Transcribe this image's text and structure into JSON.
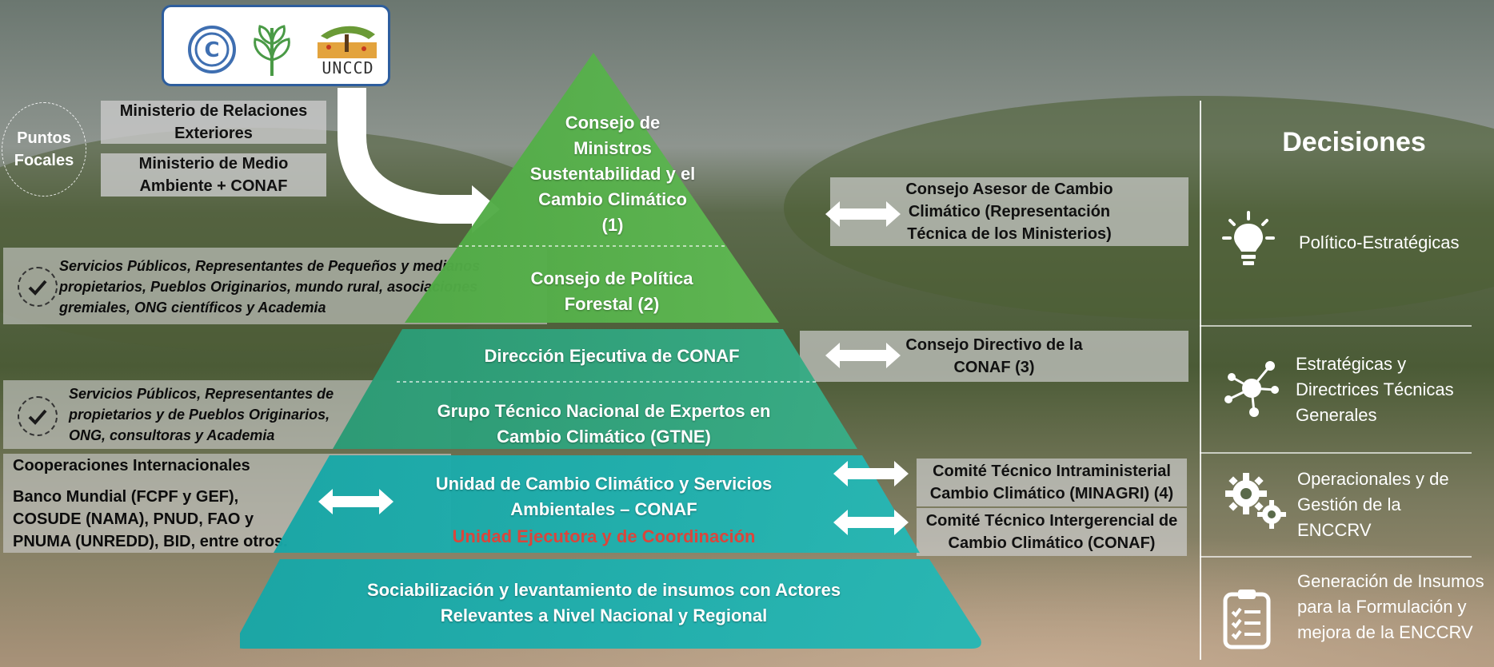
{
  "logos": {
    "unccd_label": "UNCCD"
  },
  "focal_points": {
    "circle_label": "Puntos Focales",
    "ministry_1": "Ministerio de Relaciones Exteriores",
    "ministry_2": "Ministerio de Medio Ambiente + CONAF"
  },
  "pyramid": {
    "level_1": "Consejo de Ministros Sustentabilidad y el Cambio Climático (1)",
    "level_2": "Consejo de Política Forestal (2)",
    "level_3": "Dirección Ejecutiva de CONAF",
    "level_4": "Grupo Técnico Nacional de Expertos en Cambio Climático (GTNE)",
    "level_5_title": "Unidad de Cambio Climático y Servicios Ambientales – CONAF",
    "level_5_subtitle": "Unidad Ejecutora y de Coordinación",
    "level_6": "Sociabilización y levantamiento de insumos con Actores Relevantes a Nivel Nacional y Regional"
  },
  "left_bands": {
    "band_1": "Servicios Públicos, Representantes de Pequeños y medianos propietarios, Pueblos Originarios, mundo rural, asociaciones gremiales, ONG científicos y Academia",
    "band_2": "Servicios Públicos, Representantes de propietarios y de Pueblos Originarios, ONG, consultoras y Academia",
    "coop_title": "Cooperaciones Internacionales",
    "coop_body": "Banco Mundial (FCPF y GEF), COSUDE (NAMA), PNUD, FAO y PNUMA (UNREDD), BID, entre otros."
  },
  "right_boxes": {
    "box_1": "Consejo Asesor de Cambio Climático (Representación Técnica de los Ministerios)",
    "box_2": "Consejo Directivo de la CONAF (3)",
    "box_3": "Comité Técnico Intraministerial Cambio Climático (MINAGRI) (4)",
    "box_4": "Comité Técnico Intergerencial de Cambio Climático (CONAF)"
  },
  "decisions": {
    "title": "Decisiones",
    "item_1": "Político-Estratégicas",
    "item_2": "Estratégicas y Directrices Técnicas Generales",
    "item_3": "Operacionales y de Gestión de la ENCCRV",
    "item_4": "Generación de Insumos para la Formulación y mejora de la ENCCRV"
  },
  "colors": {
    "level_top": "#55b04a",
    "level_mid": "#2fa27a",
    "level_low": "#1fb0b0",
    "subtitle_red": "#d9463c"
  }
}
